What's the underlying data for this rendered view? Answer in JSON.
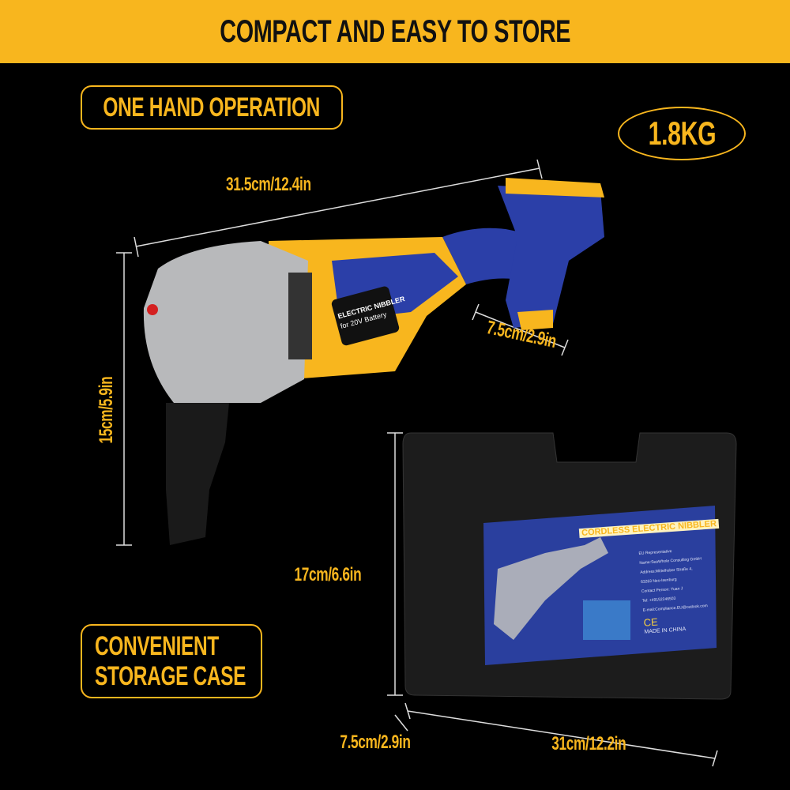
{
  "banner": {
    "title": "COMPACT AND EASY TO STORE"
  },
  "badges": {
    "one_hand": "ONE HAND OPERATION",
    "weight": "1.8KG",
    "storage_line1": "CONVENIENT",
    "storage_line2": "STORAGE CASE"
  },
  "dimensions": {
    "tool_length": "31.5cm/12.4in",
    "tool_height": "15cm/5.9in",
    "tool_battery_width": "7.5cm/2.9in",
    "case_height": "17cm/6.6in",
    "case_depth": "7.5cm/2.9in",
    "case_width": "31cm/12.2in"
  },
  "tool_label": {
    "line1": "ELECTRIC NIBBLER",
    "line2": "for 20V Battery"
  },
  "case_label": {
    "title": "CORDLESS ELECTRIC NIBBLER",
    "lines": [
      "EU Representative",
      "Name:SeaWhole Consulting GmbH",
      "Address:Mittelhuber Straße 4,",
      "63263 Neu-Isenburg",
      "Contact Person: Yuan J",
      "Tel: +49152246503",
      "E-mail:Compliance.EU@outlook.com"
    ],
    "made_in": "MADE IN CHINA",
    "ce_mark": "CE"
  },
  "colors": {
    "accent": "#f8b61e",
    "tool_blue": "#2b3fa8",
    "label_blue": "#2a3f9e"
  }
}
